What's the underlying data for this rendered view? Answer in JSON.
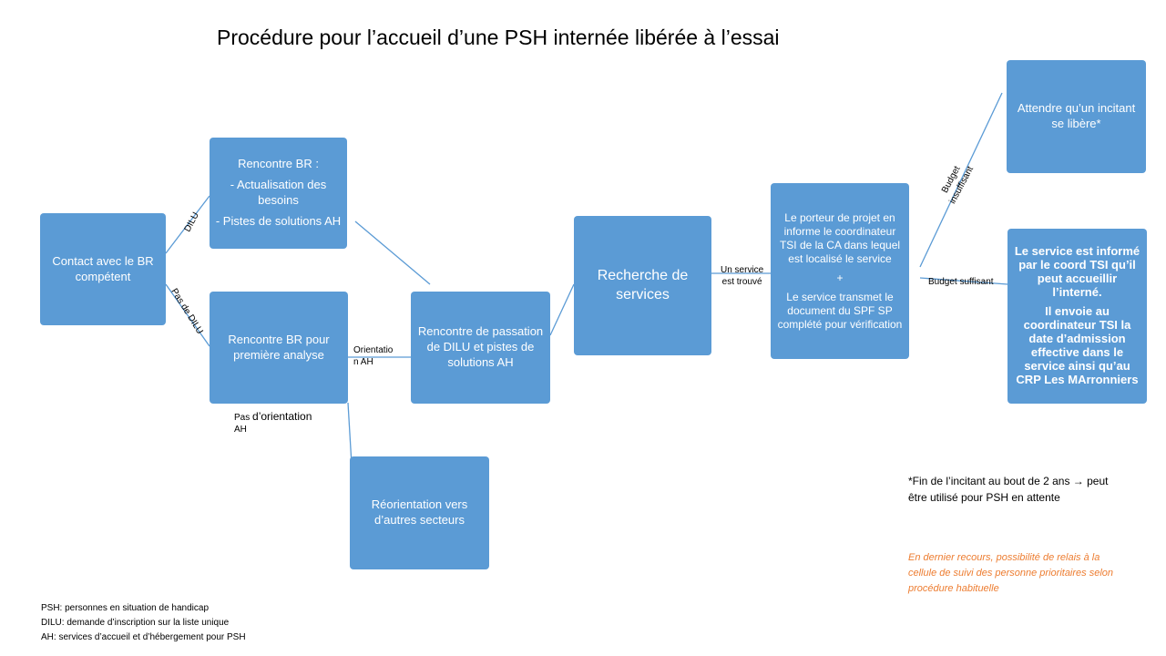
{
  "title": "Procédure pour l’accueil d’une PSH internée libérée à l’essai",
  "boxes": {
    "contact": "Contact avec le BR compétent",
    "rencontre_br": {
      "heading": "Rencontre BR :",
      "line1": "- Actualisation des besoins",
      "line2": "- Pistes de solutions AH"
    },
    "premiere_analyse": "Rencontre BR pour première analyse",
    "passation": "Rencontre de passation de DILU et pistes de solutions AH",
    "recherche": "Recherche de services",
    "reorientation": "Réorientation vers d’autres secteurs",
    "porteur": {
      "part1": "Le porteur de projet en informe le coordinateur TSI  de la CA dans lequel est localisé le service",
      "plus": "+",
      "part2": "Le service transmet le document du SPF SP complété pour vérification"
    },
    "attendre": "Attendre qu’un incitant se libère*",
    "service_informe": {
      "part1": "Le service est informé par le coord TSI qu’il peut accueillir l’interné.",
      "part2": "Il envoie au coordinateur TSI la date d’admission effective dans le service ainsi qu’au CRP Les MArronniers"
    }
  },
  "labels": {
    "dilu": "DILU",
    "pas_de_dilu": "Pas de DILU",
    "orientation_ah_1": "Orientatio",
    "orientation_ah_2": "n AH",
    "pas_orientation_1a": "Pas",
    "pas_orientation_1b": "d’orientation",
    "pas_orientation_2": "AH",
    "un_service_1": "Un service",
    "un_service_2": "est trouvé",
    "budget_insuffisant_1": "Budget",
    "budget_insuffisant_2": "insuffisant",
    "budget_suffisant": "Budget suffisant"
  },
  "notes": {
    "fin_incitant_1": "*Fin de l’incitant au bout de 2 ans → peut",
    "fin_incitant_2": "être utilisé pour PSH en attente",
    "dernier_recours_1": "En dernier recours, possibilité  de relais à la",
    "dernier_recours_2": "cellule de suivi des personne prioritaires selon",
    "dernier_recours_3": "procédure habituelle"
  },
  "legend": {
    "psh": "PSH: personnes en situation de handicap",
    "dilu": "DILU: demande d’inscription sur la liste unique",
    "ah": "AH: services d’accueil et d’hébergement  pour PSH"
  },
  "colors": {
    "box": "#5b9bd5",
    "connector": "#5b9bd5",
    "note_orange": "#ed7d31"
  }
}
